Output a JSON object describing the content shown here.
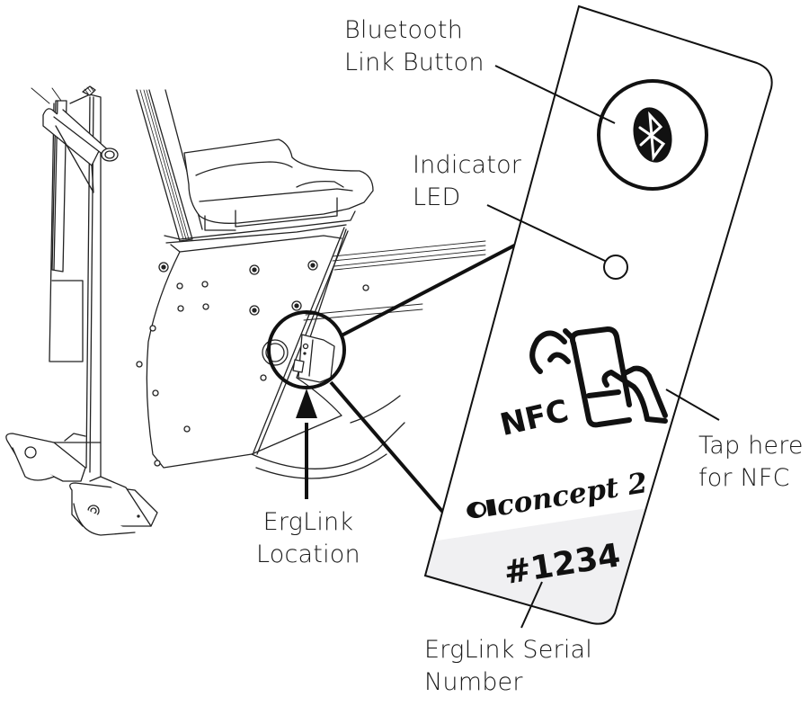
{
  "diagram": {
    "subject": "Concept2 BikeErg / seat ergometer with ErgLink module",
    "callouts": {
      "bluetooth": {
        "line1": "Bluetooth",
        "line2": "Link Button"
      },
      "indicator": {
        "line1": "Indicator",
        "line2": "LED"
      },
      "nfc_tap": {
        "line1": "Tap here",
        "line2": "for NFC"
      },
      "location": {
        "line1": "ErgLink",
        "line2": "Location"
      },
      "serial": {
        "line1": "ErgLink Serial",
        "line2": "Number"
      }
    },
    "card": {
      "nfc_label": "NFC",
      "brand": "concept 2",
      "serial_number": "#1234",
      "icons": [
        "bluetooth-icon",
        "indicator-led",
        "nfc-tap-icon",
        "concept2-logo"
      ],
      "serial_band_color": "#f0f0f2"
    },
    "colors": {
      "line": "#111111",
      "background": "#ffffff"
    }
  }
}
